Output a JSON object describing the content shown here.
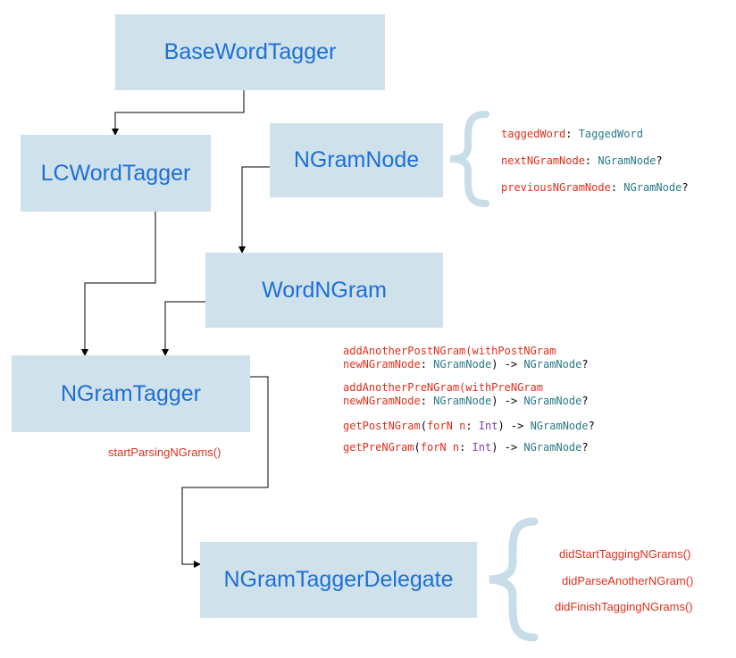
{
  "boxes": {
    "base_word_tagger": "BaseWordTagger",
    "lc_word_tagger": "LCWordTagger",
    "ngram_node": "NGramNode",
    "word_ngram": "WordNGram",
    "ngram_tagger": "NGramTagger",
    "ngram_tagger_delegate": "NGramTaggerDelegate"
  },
  "ngram_node_props": [
    {
      "name": "taggedWord",
      "sep": ": ",
      "type": "TaggedWord",
      "suffix": ""
    },
    {
      "name": "nextNGramNode",
      "sep": ": ",
      "type": "NGramNode",
      "suffix": "?"
    },
    {
      "name": "previousNGramNode",
      "sep": ": ",
      "type": "NGramNode",
      "suffix": "?"
    }
  ],
  "word_ngram_methods": {
    "m1_line1": "addAnotherPostNGram(withPostNGram",
    "m1_line2_param": "newNGramNode",
    "m1_line2_type": "NGramNode",
    "m1_line2_ret": "NGramNode",
    "m2_line1": "addAnotherPreNGram(withPreNGram",
    "m2_line2_param": "newNGramNode",
    "m2_line2_type": "NGramNode",
    "m2_line2_ret": "NGramNode",
    "m3_name": "getPostNGram",
    "m3_label": "forN",
    "m3_param": "n",
    "m3_type": "Int",
    "m3_ret": "NGramNode",
    "m4_name": "getPreNGram",
    "m4_label": "forN",
    "m4_param": "n",
    "m4_type": "Int",
    "m4_ret": "NGramNode"
  },
  "ngram_tagger_method": "startParsingNGrams()",
  "delegate_methods": [
    "didStartTaggingNGrams()",
    "didParseAnotherNGram()",
    "didFinishTaggingNGrams()"
  ],
  "colors": {
    "box_fill": "#cfe2ec",
    "box_text": "#1d6fd6",
    "keyword_red": "#e0301e",
    "type_teal": "#2b7a86",
    "int_purple": "#7b3fb0",
    "brace": "#c7dde8"
  }
}
